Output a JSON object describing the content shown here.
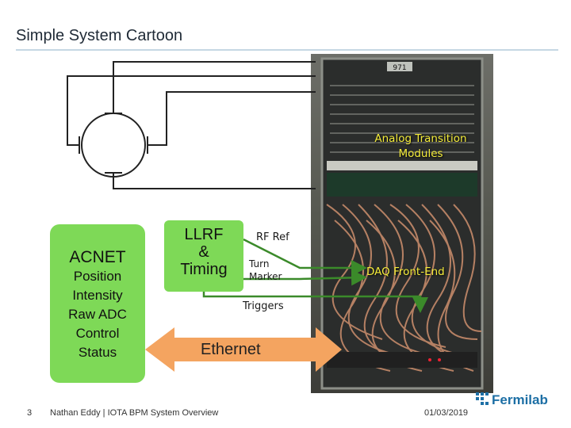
{
  "title": "Simple System Cartoon",
  "acnet": {
    "title": "ACNET",
    "lines": [
      "Position",
      "Intensity",
      "Raw ADC",
      "Control",
      "Status"
    ]
  },
  "llrf": {
    "lines": [
      "LLRF",
      "&",
      "Timing"
    ]
  },
  "signals": {
    "rf_ref": "RF Ref",
    "turn_marker_1": "Turn",
    "turn_marker_2": "Marker",
    "triggers": "Triggers"
  },
  "photo_labels": {
    "analog_transition_1": "Analog Transition",
    "analog_transition_2": "Modules",
    "daq_front_end": "DAQ Front-End",
    "rack_number": "971"
  },
  "ethernet": "Ethernet",
  "footer": {
    "page": "3",
    "center": "Nathan Eddy | IOTA BPM System Overview",
    "date": "01/03/2019",
    "logo_text": "Fermilab"
  },
  "colors": {
    "box_green": "#7ed957",
    "arrow_green": "#3b8a2a",
    "ethernet_orange": "#f4a460",
    "overlay_yellow": "#f4ec3a"
  }
}
